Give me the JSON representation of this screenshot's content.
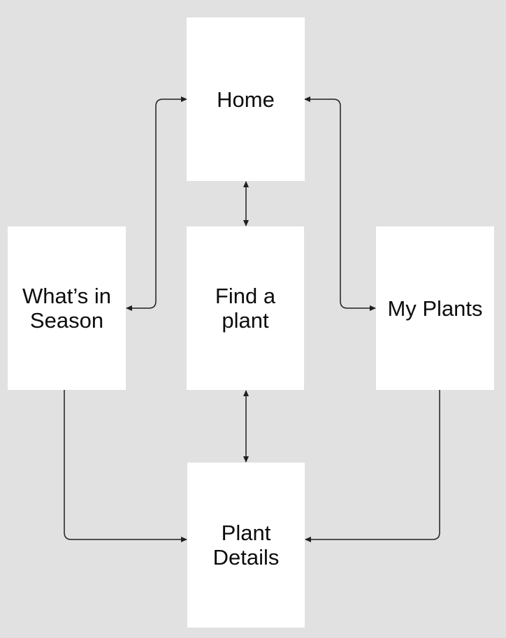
{
  "diagram": {
    "type": "flowchart",
    "colors": {
      "background": "#e1e1e1",
      "node_fill": "#ffffff",
      "node_text": "#0d0d0d",
      "connector": "#1f1f1f"
    },
    "nodes": [
      {
        "id": "home",
        "label": "Home"
      },
      {
        "id": "whats-in-season",
        "label": "What’s in\nSeason"
      },
      {
        "id": "find-a-plant",
        "label": "Find a\nplant"
      },
      {
        "id": "my-plants",
        "label": "My Plants"
      },
      {
        "id": "plant-details",
        "label": "Plant\nDetails"
      }
    ],
    "edges": [
      {
        "from": "home",
        "to": "whats-in-season",
        "direction": "bidirectional"
      },
      {
        "from": "home",
        "to": "find-a-plant",
        "direction": "bidirectional"
      },
      {
        "from": "home",
        "to": "my-plants",
        "direction": "bidirectional"
      },
      {
        "from": "find-a-plant",
        "to": "plant-details",
        "direction": "bidirectional"
      },
      {
        "from": "whats-in-season",
        "to": "plant-details",
        "direction": "one-way"
      },
      {
        "from": "my-plants",
        "to": "plant-details",
        "direction": "one-way"
      }
    ]
  }
}
